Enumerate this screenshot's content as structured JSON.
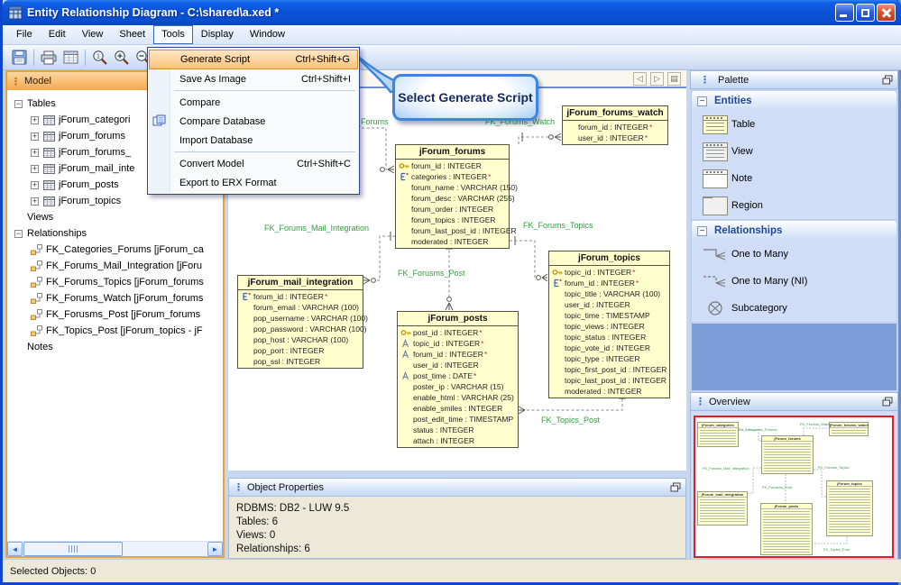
{
  "ui": {
    "collapse": "−",
    "expand": "+",
    "scroll_left": "◄",
    "scroll_right": "►",
    "grip": "⋮",
    "nav_prev": "◁",
    "nav_next": "▷",
    "nav_list": "▤"
  },
  "window": {
    "title": "Entity Relationship Diagram - C:\\shared\\a.xed *"
  },
  "menu_bar": {
    "items": [
      "File",
      "Edit",
      "View",
      "Sheet",
      "Tools",
      "Display",
      "Window"
    ]
  },
  "tools_menu": {
    "items": [
      {
        "label": "Generate Script",
        "shortcut": "Ctrl+Shift+G"
      },
      {
        "label": "Save As Image",
        "shortcut": "Ctrl+Shift+I"
      },
      {
        "label": "Compare",
        "shortcut": ""
      },
      {
        "label": "Compare Database",
        "shortcut": ""
      },
      {
        "label": "Import Database",
        "shortcut": ""
      },
      {
        "label": "Convert Model",
        "shortcut": "Ctrl+Shift+C"
      },
      {
        "label": "Export to ERX Format",
        "shortcut": ""
      }
    ]
  },
  "callout": {
    "text": "Select Generate Script"
  },
  "model_panel": {
    "title": "Model",
    "tables_label": "Tables",
    "tables": [
      "jForum_categori",
      "jForum_forums",
      "jForum_forums_",
      "jForum_mail_inte",
      "jForum_posts",
      "jForum_topics"
    ],
    "views_label": "Views",
    "relationships_label": "Relationships",
    "relationships": [
      "FK_Categories_Forums [jForum_ca",
      "FK_Forums_Mail_Integration [jForu",
      "FK_Forums_Topics [jForum_forums",
      "FK_Forums_Watch [jForum_forums",
      "FK_Forusms_Post [jForum_forums",
      "FK_Topics_Post [jForum_topics - jF"
    ],
    "notes_label": "Notes"
  },
  "canvas": {
    "labels": [
      "FK_Categories_Forums",
      "FK_Forums_Watch",
      "FK_Forums_Mail_Integration",
      "FK_Forums_Topics",
      "FK_Forusms_Post",
      "FK_Topics_Post"
    ],
    "tables": {
      "forums_watch": {
        "title": "jForum_forums_watch",
        "fields": [
          {
            "icon": "none",
            "text": "forum_id : INTEGER",
            "req": "*"
          },
          {
            "icon": "none",
            "text": "user_id : INTEGER",
            "req": "*"
          }
        ]
      },
      "forums": {
        "title": "jForum_forums",
        "fields": [
          {
            "icon": "key",
            "text": "forum_id : INTEGER",
            "req": ""
          },
          {
            "icon": "fk",
            "text": "categories : INTEGER",
            "req": "*"
          },
          {
            "icon": "none",
            "text": "forum_name : VARCHAR (150)",
            "req": ""
          },
          {
            "icon": "none",
            "text": "forum_desc : VARCHAR (255)",
            "req": ""
          },
          {
            "icon": "none",
            "text": "forum_order : INTEGER",
            "req": ""
          },
          {
            "icon": "none",
            "text": "forum_topics : INTEGER",
            "req": ""
          },
          {
            "icon": "none",
            "text": "forum_last_post_id : INTEGER",
            "req": ""
          },
          {
            "icon": "none",
            "text": "moderated : INTEGER",
            "req": ""
          }
        ]
      },
      "topics": {
        "title": "jForum_topics",
        "fields": [
          {
            "icon": "key",
            "text": "topic_id : INTEGER",
            "req": "*"
          },
          {
            "icon": "fk",
            "text": "forum_id : INTEGER",
            "req": "*"
          },
          {
            "icon": "none",
            "text": "topic_title : VARCHAR (100)",
            "req": ""
          },
          {
            "icon": "none",
            "text": "user_id : INTEGER",
            "req": ""
          },
          {
            "icon": "none",
            "text": "topic_time : TIMESTAMP",
            "req": ""
          },
          {
            "icon": "none",
            "text": "topic_views : INTEGER",
            "req": ""
          },
          {
            "icon": "none",
            "text": "topic_status : INTEGER",
            "req": ""
          },
          {
            "icon": "none",
            "text": "topic_vote_id : INTEGER",
            "req": ""
          },
          {
            "icon": "none",
            "text": "topic_type : INTEGER",
            "req": ""
          },
          {
            "icon": "none",
            "text": "topic_first_post_id : INTEGER",
            "req": ""
          },
          {
            "icon": "none",
            "text": "topic_last_post_id : INTEGER",
            "req": ""
          },
          {
            "icon": "none",
            "text": "moderated : INTEGER",
            "req": ""
          }
        ]
      },
      "mail_integration": {
        "title": "jForum_mail_integration",
        "fields": [
          {
            "icon": "fk",
            "text": "forum_id : INTEGER",
            "req": "*"
          },
          {
            "icon": "none",
            "text": "forum_email : VARCHAR (100)",
            "req": ""
          },
          {
            "icon": "none",
            "text": "pop_username : VARCHAR (100)",
            "req": ""
          },
          {
            "icon": "none",
            "text": "pop_password : VARCHAR (100)",
            "req": ""
          },
          {
            "icon": "none",
            "text": "pop_host : VARCHAR (100)",
            "req": ""
          },
          {
            "icon": "none",
            "text": "pop_port : INTEGER",
            "req": ""
          },
          {
            "icon": "none",
            "text": "pop_ssl : INTEGER",
            "req": ""
          }
        ]
      },
      "posts": {
        "title": "jForum_posts",
        "fields": [
          {
            "icon": "key",
            "text": "post_id : INTEGER",
            "req": "*"
          },
          {
            "icon": "index",
            "text": "topic_id : INTEGER",
            "req": "*"
          },
          {
            "icon": "index",
            "text": "forum_id : INTEGER",
            "req": "*"
          },
          {
            "icon": "none",
            "text": "user_id : INTEGER",
            "req": ""
          },
          {
            "icon": "index",
            "text": "post_time : DATE",
            "req": "*"
          },
          {
            "icon": "none",
            "text": "poster_ip : VARCHAR (15)",
            "req": ""
          },
          {
            "icon": "none",
            "text": "enable_html : VARCHAR (25)",
            "req": ""
          },
          {
            "icon": "none",
            "text": "enable_smiles : INTEGER",
            "req": ""
          },
          {
            "icon": "none",
            "text": "post_edit_time : TIMESTAMP",
            "req": ""
          },
          {
            "icon": "none",
            "text": "status : INTEGER",
            "req": ""
          },
          {
            "icon": "none",
            "text": "attach : INTEGER",
            "req": ""
          }
        ]
      }
    }
  },
  "palette": {
    "title": "Palette",
    "entities_label": "Entities",
    "entities": [
      "Table",
      "View",
      "Note",
      "Region"
    ],
    "relationships_label": "Relationships",
    "relationships": [
      "One to Many",
      "One to Many (NI)",
      "Subcategory"
    ]
  },
  "overview": {
    "title": "Overview",
    "tables": [
      "jForum_categories",
      "jForum_forums_watch",
      "jForum_forums",
      "jForum_topics",
      "jForum_mail_integration",
      "jForum_posts"
    ]
  },
  "object_properties": {
    "title": "Object Properties",
    "lines": [
      "RDBMS: DB2 - LUW 9.5",
      "Tables: 6",
      "Views: 0",
      "Relationships: 6"
    ]
  },
  "status_bar": {
    "text": "Selected Objects: 0"
  }
}
